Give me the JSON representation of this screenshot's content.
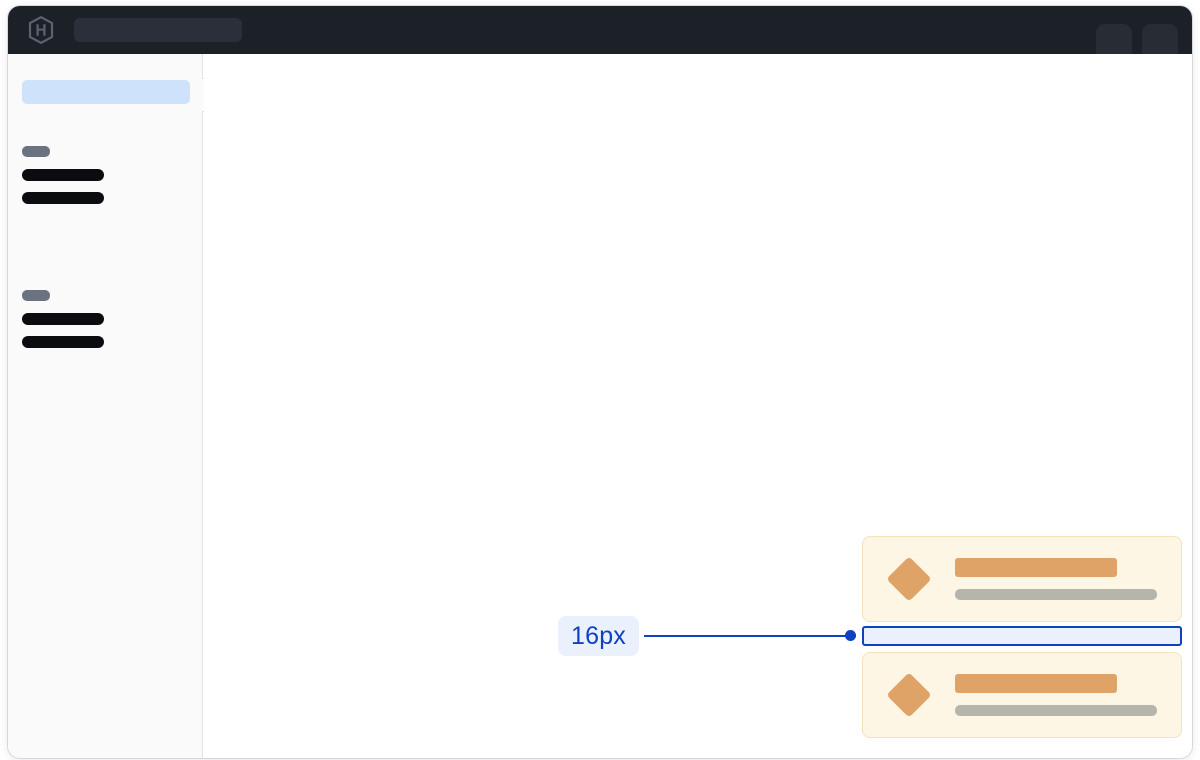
{
  "window": {
    "title": "",
    "background_color": "#ffffff"
  },
  "topbar": {
    "background_color": "#1c2128",
    "logo": {
      "name": "hashicorp-hexagon-logo",
      "color": "#5b6270"
    },
    "search": {
      "name": "search-placeholder",
      "value": "",
      "placeholder": "",
      "color": "#2a3039"
    },
    "right_pills": [
      {
        "label": "",
        "name": "topbar-pill-1",
        "color": "#272c35"
      },
      {
        "label": "",
        "name": "topbar-pill-2",
        "color": "#272c35"
      }
    ]
  },
  "sidebar": {
    "background_color": "#fafafa",
    "active_item": {
      "label": "",
      "color": "#cfe2fb"
    },
    "groups": [
      {
        "label": "",
        "label_color": "#6b7280",
        "rows": [
          {
            "label": "",
            "color": "#0b0c10"
          },
          {
            "label": "",
            "color": "#0b0c10"
          }
        ]
      },
      {
        "label": "",
        "label_color": "#6b7280",
        "rows": [
          {
            "label": "",
            "color": "#0b0c10"
          },
          {
            "label": "",
            "color": "#0b0c10"
          }
        ]
      }
    ],
    "collapse_tab": {
      "label": "",
      "name": "sidebar-collapse-tab"
    }
  },
  "content": {
    "cards": [
      {
        "icon": "diamond-icon",
        "icon_color": "#dfa368",
        "title_placeholder": "",
        "subtitle_placeholder": "",
        "background_color": "#fdf6e4",
        "border_color": "#f5e2bb",
        "title_color": "#dfa368",
        "subtitle_color": "#b6b5ac"
      },
      {
        "icon": "diamond-icon",
        "icon_color": "#dfa368",
        "title_placeholder": "",
        "subtitle_placeholder": "",
        "background_color": "#fdf6e4",
        "border_color": "#f5e2bb",
        "title_color": "#dfa368",
        "subtitle_color": "#b6b5ac"
      }
    ]
  },
  "measurement": {
    "value_label": "16px",
    "accent_color": "#1041c1",
    "badge_background": "#eaf1fd",
    "highlight_fill": "#eaf1fd",
    "property": "gap"
  }
}
